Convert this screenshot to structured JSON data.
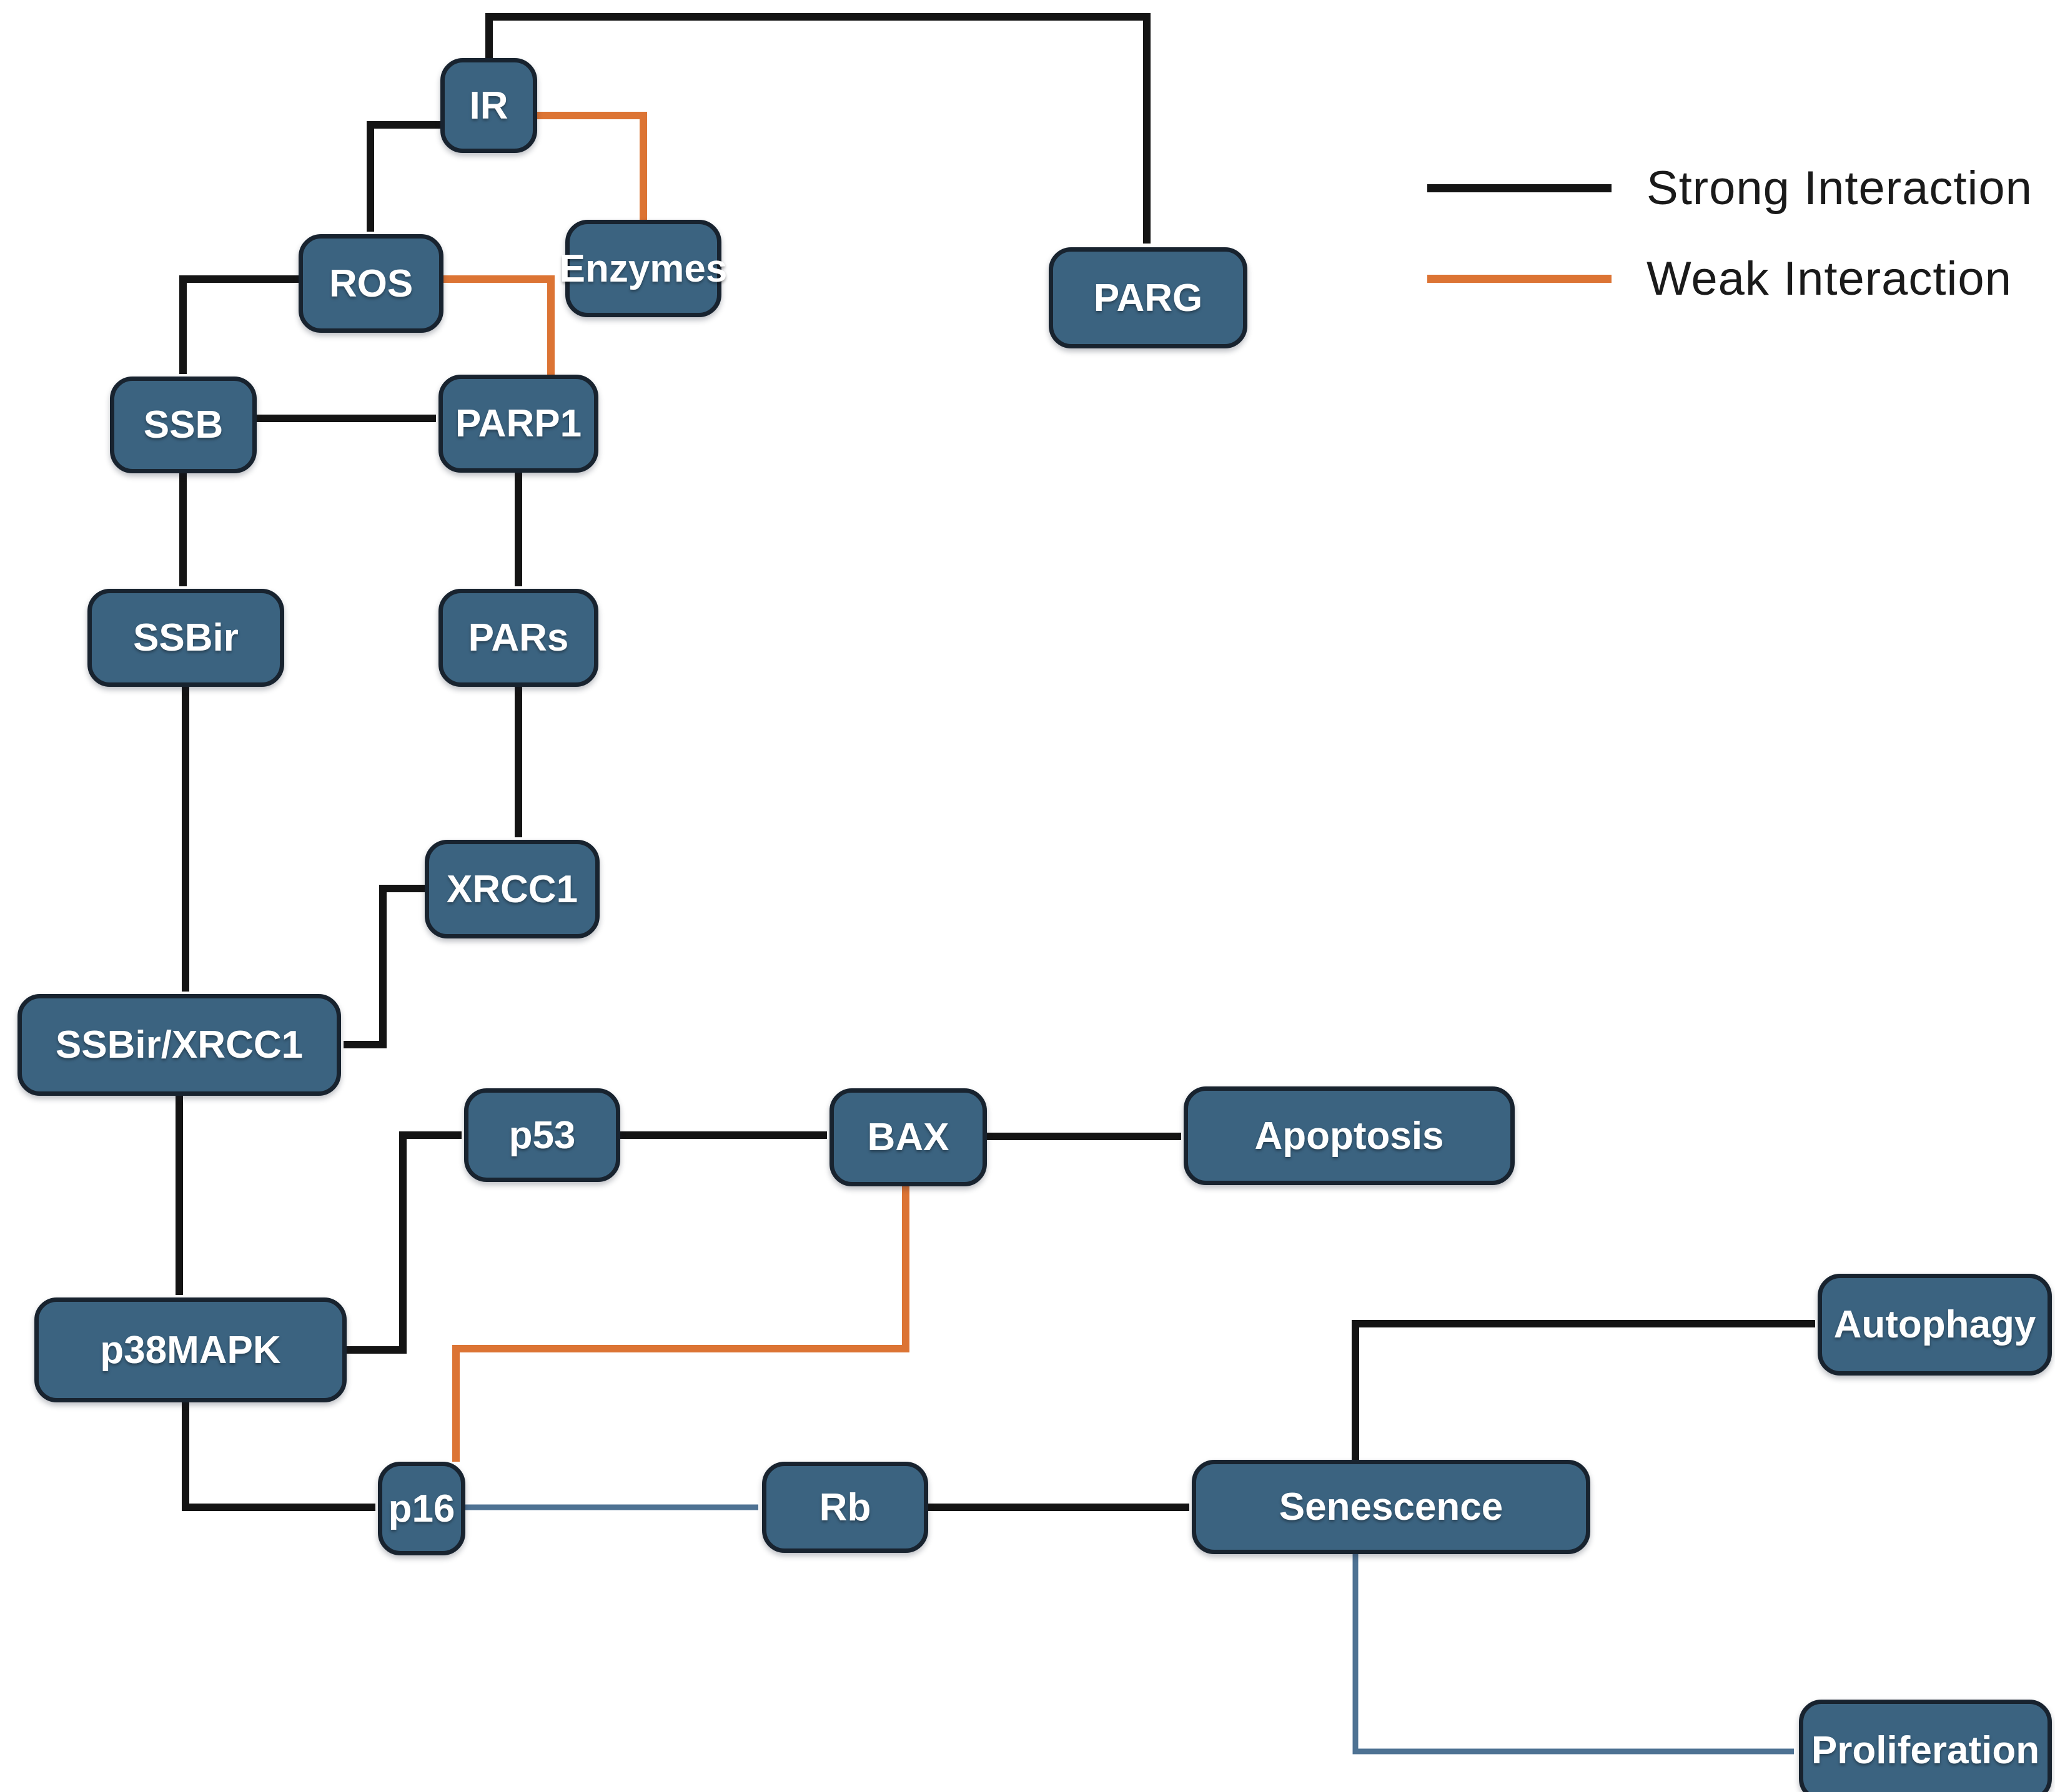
{
  "legend": {
    "strong_label": "Strong Interaction",
    "weak_label": "Weak Interaction"
  },
  "colors": {
    "strong_interaction": "#141414",
    "weak_interaction": "#DC7434",
    "blue_interaction": "#4E7293",
    "node_fill": "#3B6380",
    "node_border": "#18232F",
    "node_text": "#FFFFFF",
    "background": "#FFFFFF"
  },
  "nodes": {
    "ir": {
      "label": "IR"
    },
    "ros": {
      "label": "ROS"
    },
    "enzymes": {
      "label": "Enzymes"
    },
    "parg": {
      "label": "PARG"
    },
    "ssb": {
      "label": "SSB"
    },
    "parp1": {
      "label": "PARP1"
    },
    "ssbir": {
      "label": "SSBir"
    },
    "pars": {
      "label": "PARs"
    },
    "xrcc1": {
      "label": "XRCC1"
    },
    "ssbir_xrcc1": {
      "label": "SSBir/XRCC1"
    },
    "p53": {
      "label": "p53"
    },
    "bax": {
      "label": "BAX"
    },
    "apoptosis": {
      "label": "Apoptosis"
    },
    "p38mapk": {
      "label": "p38MAPK"
    },
    "p16": {
      "label": "p16"
    },
    "rb": {
      "label": "Rb"
    },
    "senescence": {
      "label": "Senescence"
    },
    "autophagy": {
      "label": "Autophagy"
    },
    "proliferation": {
      "label": "Proliferation"
    }
  },
  "edges": [
    {
      "from": "IR",
      "to": "PARG",
      "type": "strong"
    },
    {
      "from": "IR",
      "to": "ROS",
      "type": "strong"
    },
    {
      "from": "IR",
      "to": "Enzymes",
      "type": "weak"
    },
    {
      "from": "ROS",
      "to": "SSB",
      "type": "strong"
    },
    {
      "from": "ROS",
      "to": "PARP1",
      "type": "weak"
    },
    {
      "from": "SSB",
      "to": "PARP1",
      "type": "strong"
    },
    {
      "from": "SSB",
      "to": "SSBir",
      "type": "strong"
    },
    {
      "from": "PARP1",
      "to": "PARs",
      "type": "strong"
    },
    {
      "from": "PARs",
      "to": "XRCC1",
      "type": "strong"
    },
    {
      "from": "XRCC1",
      "to": "SSBir/XRCC1",
      "type": "strong"
    },
    {
      "from": "SSBir",
      "to": "SSBir/XRCC1",
      "type": "strong"
    },
    {
      "from": "SSBir/XRCC1",
      "to": "p38MAPK",
      "type": "strong"
    },
    {
      "from": "p38MAPK",
      "to": "p53",
      "type": "strong"
    },
    {
      "from": "p53",
      "to": "BAX",
      "type": "strong"
    },
    {
      "from": "BAX",
      "to": "Apoptosis",
      "type": "strong"
    },
    {
      "from": "BAX",
      "to": "p16",
      "type": "weak"
    },
    {
      "from": "p38MAPK",
      "to": "p16",
      "type": "strong"
    },
    {
      "from": "p16",
      "to": "Rb",
      "type": "blue"
    },
    {
      "from": "Rb",
      "to": "Senescence",
      "type": "strong"
    },
    {
      "from": "Senescence",
      "to": "Autophagy",
      "type": "strong"
    },
    {
      "from": "Senescence",
      "to": "Proliferation",
      "type": "blue"
    }
  ]
}
